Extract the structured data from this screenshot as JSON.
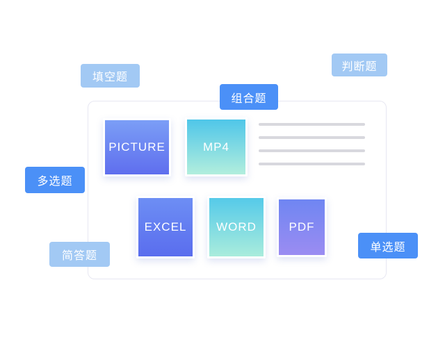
{
  "tags": {
    "fill_blank": "填空题",
    "judge": "判断题",
    "combine": "组合题",
    "multi_select": "多选题",
    "short_answer": "简答题",
    "single_select": "单选题"
  },
  "cards": {
    "picture": "PICTURE",
    "mp4": "MP4",
    "excel": "EXCEL",
    "word": "WORD",
    "pdf": "PDF"
  },
  "colors": {
    "tag_dark_blue": "#4b90f7",
    "tag_light_blue": "#a2c9f4",
    "card_blue_gradient_top": "#7b9ef6",
    "card_blue_gradient_bottom": "#5f6eee",
    "card_cyan_gradient_top": "#4fc6e9",
    "card_cyan_gradient_bottom": "#b2eedd",
    "card_purple_gradient_top": "#6f86f2",
    "card_purple_gradient_bottom": "#9b8cf2",
    "placeholder_line": "#d8d8de",
    "panel_border": "#e7e7f2"
  },
  "placeholder_line_count": 4
}
